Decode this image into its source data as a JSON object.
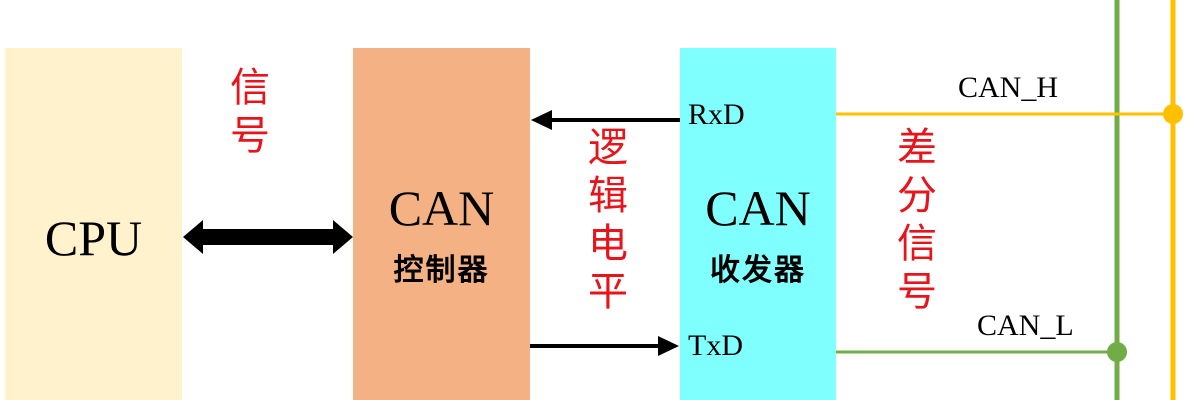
{
  "blocks": {
    "cpu": {
      "label": "CPU",
      "color": "#FFF2CC"
    },
    "controller": {
      "label": "CAN",
      "sublabel": "控制器",
      "color": "#F4B183"
    },
    "transceiver": {
      "label": "CAN",
      "sublabel": "收发器",
      "color": "#80FFFF"
    }
  },
  "annotations": {
    "signal": "信号",
    "logic_level": "逻辑电平",
    "differential_signal": "差分信号"
  },
  "pins": {
    "rxd": "RxD",
    "txd": "TxD"
  },
  "bus": {
    "can_h": {
      "label": "CAN_H",
      "color": "#FFC000"
    },
    "can_l": {
      "label": "CAN_L",
      "color": "#70AD47"
    }
  },
  "colors": {
    "annotation_red": "#E8141B",
    "arrow": "#000000"
  }
}
